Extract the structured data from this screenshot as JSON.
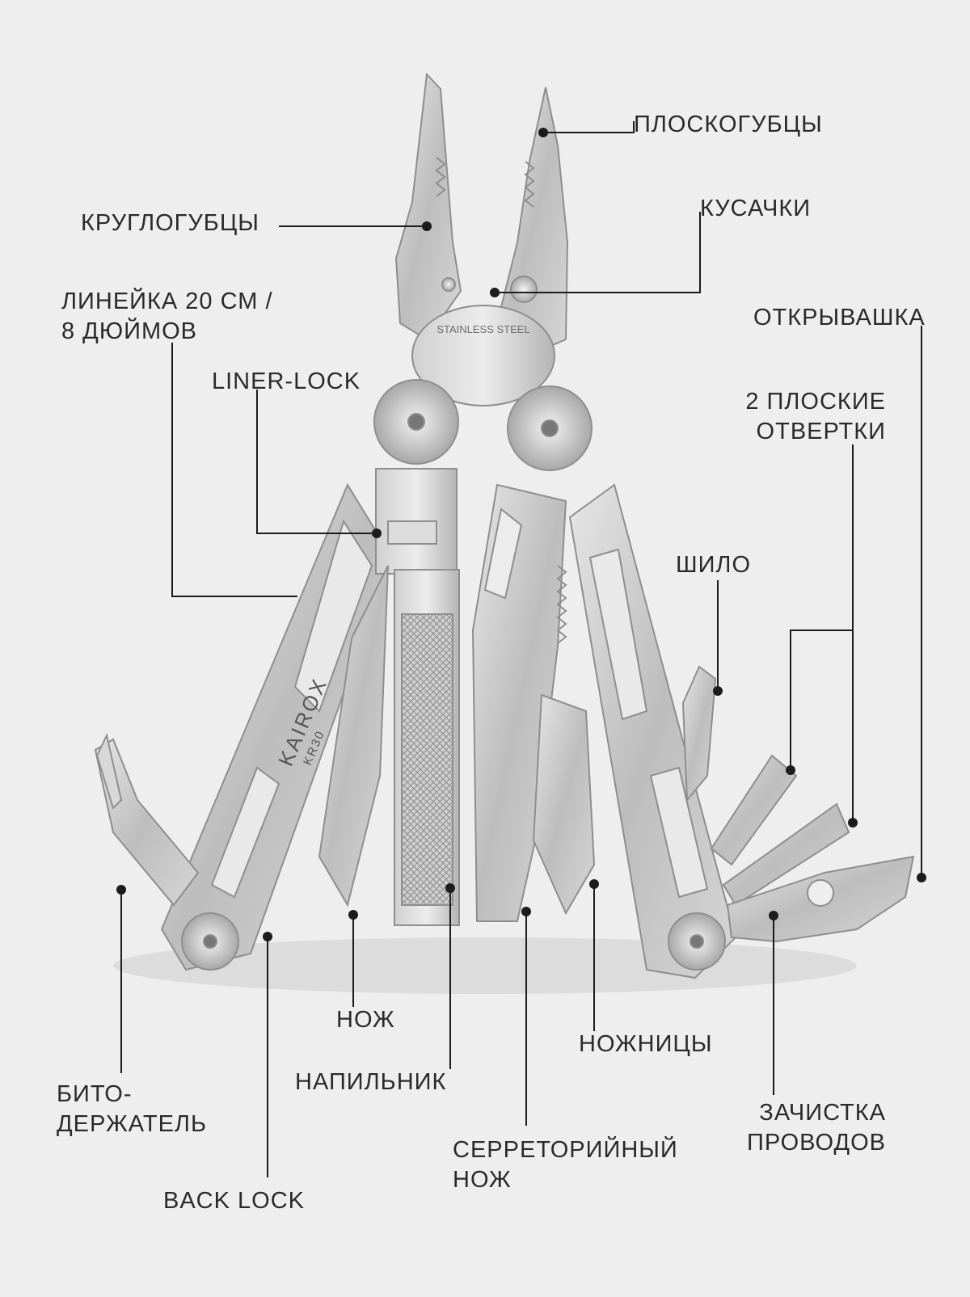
{
  "brand": {
    "name": "KAIROX",
    "model": "KR30",
    "pivot_stamp": "STAINLESS STEEL"
  },
  "colors": {
    "background": "#eeeeee",
    "steel": "#c9c9c9",
    "steel_dark": "#8e8e8e",
    "leader": "#1c1c1c",
    "text": "#2a2a2a"
  },
  "callouts": {
    "pliers": "ПЛОСКОГУБЦЫ",
    "round_pliers": "КРУГЛОГУБЦЫ",
    "cutters": "КУСАЧКИ",
    "ruler": [
      "ЛИНЕЙКА 20 СМ /",
      "8 ДЮЙМОВ"
    ],
    "bottle_opener": "ОТКРЫВАШКА",
    "liner_lock": "LINER-LOCK",
    "screwdrivers": [
      "2 ПЛОСКИЕ",
      "ОТВЕРТКИ"
    ],
    "awl": "ШИЛО",
    "knife": "НОЖ",
    "scissors": "НОЖНИЦЫ",
    "file": "НАПИЛЬНИК",
    "bit_holder": [
      "БИТО-",
      "ДЕРЖАТЕЛЬ"
    ],
    "wire_stripper": [
      "ЗАЧИСТКА",
      "ПРОВОДОВ"
    ],
    "serrated_knife": [
      "СЕРРЕТОРИЙНЫЙ",
      "НОЖ"
    ],
    "back_lock": "BACK LOCK"
  }
}
